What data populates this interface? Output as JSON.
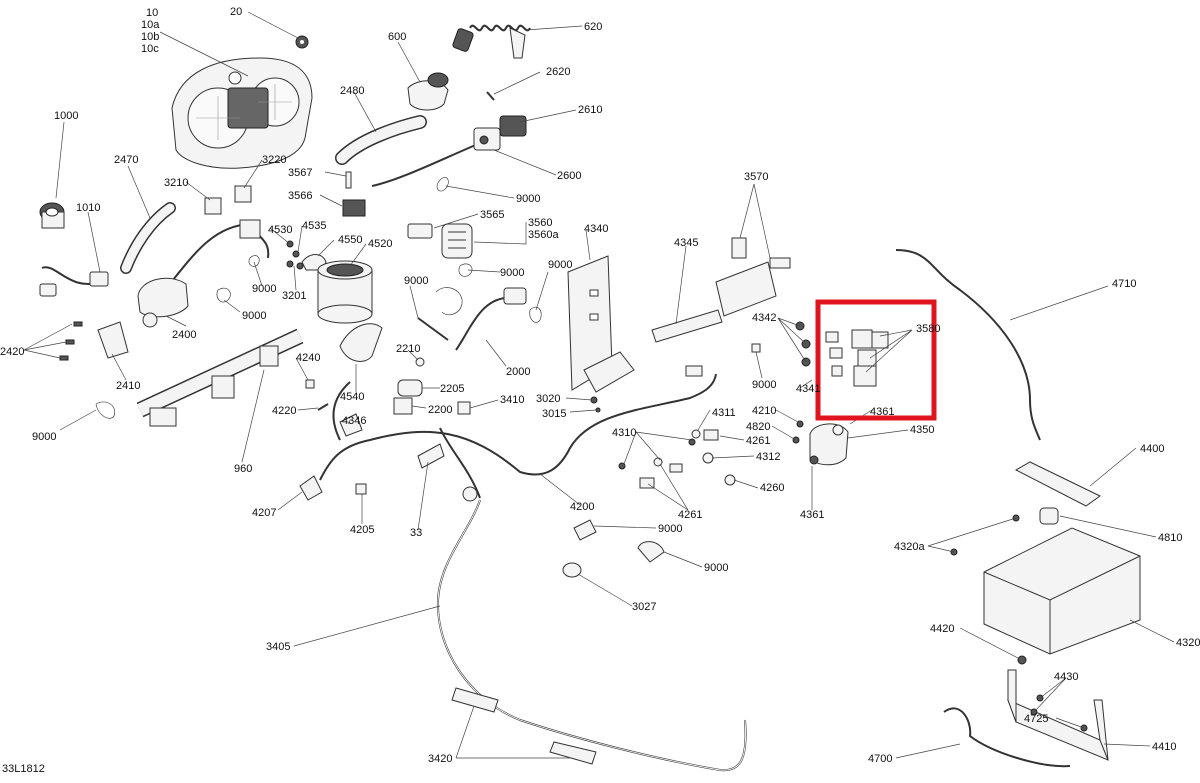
{
  "drawing_id": "33L1812",
  "callouts": [
    {
      "id": "c10",
      "text": "10"
    },
    {
      "id": "c10a",
      "text": "10a"
    },
    {
      "id": "c10b",
      "text": "10b"
    },
    {
      "id": "c10c",
      "text": "10c"
    },
    {
      "id": "c20",
      "text": "20"
    },
    {
      "id": "c600",
      "text": "600"
    },
    {
      "id": "c620",
      "text": "620"
    },
    {
      "id": "c2620",
      "text": "2620"
    },
    {
      "id": "c2610",
      "text": "2610"
    },
    {
      "id": "c2600",
      "text": "2600"
    },
    {
      "id": "c2480",
      "text": "2480"
    },
    {
      "id": "c1000",
      "text": "1000"
    },
    {
      "id": "c2470",
      "text": "2470"
    },
    {
      "id": "c3210",
      "text": "3210"
    },
    {
      "id": "c3220",
      "text": "3220"
    },
    {
      "id": "c3567",
      "text": "3567"
    },
    {
      "id": "c3566",
      "text": "3566"
    },
    {
      "id": "c9000a",
      "text": "9000"
    },
    {
      "id": "c1010",
      "text": "1010"
    },
    {
      "id": "c3565",
      "text": "3565"
    },
    {
      "id": "c3560",
      "text": "3560"
    },
    {
      "id": "c3560a",
      "text": "3560a"
    },
    {
      "id": "c4530",
      "text": "4530"
    },
    {
      "id": "c4535",
      "text": "4535"
    },
    {
      "id": "c4550",
      "text": "4550"
    },
    {
      "id": "c4520",
      "text": "4520"
    },
    {
      "id": "c3570",
      "text": "3570"
    },
    {
      "id": "c4340",
      "text": "4340"
    },
    {
      "id": "c4345",
      "text": "4345"
    },
    {
      "id": "c9000b",
      "text": "9000"
    },
    {
      "id": "c9000c",
      "text": "9000"
    },
    {
      "id": "c9000d",
      "text": "9000"
    },
    {
      "id": "c3201",
      "text": "3201"
    },
    {
      "id": "c9000e",
      "text": "9000"
    },
    {
      "id": "c9000f",
      "text": "9000"
    },
    {
      "id": "c4710",
      "text": "4710"
    },
    {
      "id": "c2420",
      "text": "2420"
    },
    {
      "id": "c2400",
      "text": "2400"
    },
    {
      "id": "c4342",
      "text": "4342"
    },
    {
      "id": "c3580",
      "text": "3580"
    },
    {
      "id": "c2410",
      "text": "2410"
    },
    {
      "id": "c4240",
      "text": "4240"
    },
    {
      "id": "c2210",
      "text": "2210"
    },
    {
      "id": "c4540",
      "text": "4540"
    },
    {
      "id": "c2000",
      "text": "2000"
    },
    {
      "id": "c9000g",
      "text": "9000"
    },
    {
      "id": "c4341",
      "text": "4341"
    },
    {
      "id": "c2205",
      "text": "2205"
    },
    {
      "id": "c3020",
      "text": "3020"
    },
    {
      "id": "c3410",
      "text": "3410"
    },
    {
      "id": "c3015",
      "text": "3015"
    },
    {
      "id": "c4311",
      "text": "4311"
    },
    {
      "id": "c4210",
      "text": "4210"
    },
    {
      "id": "c4361a",
      "text": "4361"
    },
    {
      "id": "c4220",
      "text": "4220"
    },
    {
      "id": "c2200",
      "text": "2200"
    },
    {
      "id": "c9000h",
      "text": "9000"
    },
    {
      "id": "c4346",
      "text": "4346"
    },
    {
      "id": "c4310",
      "text": "4310"
    },
    {
      "id": "c4820",
      "text": "4820"
    },
    {
      "id": "c4350",
      "text": "4350"
    },
    {
      "id": "c4261a",
      "text": "4261"
    },
    {
      "id": "c4312",
      "text": "4312"
    },
    {
      "id": "c960",
      "text": "960"
    },
    {
      "id": "c4400",
      "text": "4400"
    },
    {
      "id": "c4260",
      "text": "4260"
    },
    {
      "id": "c4200",
      "text": "4200"
    },
    {
      "id": "c4207",
      "text": "4207"
    },
    {
      "id": "c4261b",
      "text": "4261"
    },
    {
      "id": "c4361b",
      "text": "4361"
    },
    {
      "id": "c4810",
      "text": "4810"
    },
    {
      "id": "c4205",
      "text": "4205"
    },
    {
      "id": "c33",
      "text": "33"
    },
    {
      "id": "c9000i",
      "text": "9000"
    },
    {
      "id": "c4320a",
      "text": "4320a"
    },
    {
      "id": "c9000j",
      "text": "9000"
    },
    {
      "id": "c3027",
      "text": "3027"
    },
    {
      "id": "c3405",
      "text": "3405"
    },
    {
      "id": "c4320",
      "text": "4320"
    },
    {
      "id": "c4420",
      "text": "4420"
    },
    {
      "id": "c4430",
      "text": "4430"
    },
    {
      "id": "c4725",
      "text": "4725"
    },
    {
      "id": "c4700",
      "text": "4700"
    },
    {
      "id": "c4410",
      "text": "4410"
    },
    {
      "id": "c3420",
      "text": "3420"
    }
  ],
  "highlight": {
    "color": "#e0141e",
    "callout": "3580"
  }
}
